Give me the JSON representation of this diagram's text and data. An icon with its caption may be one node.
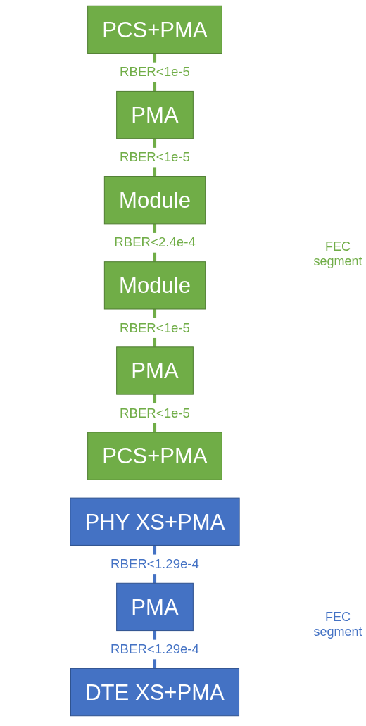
{
  "diagram": {
    "nodes": [
      {
        "text": [
          "PCS+PMA"
        ]
      },
      {
        "text": [
          "PMA"
        ]
      },
      {
        "text": [
          "Module"
        ]
      },
      {
        "text": [
          "Module"
        ]
      },
      {
        "text": [
          "PMA"
        ]
      },
      {
        "text": [
          "PCS+PMA"
        ]
      },
      {
        "text": [
          "PHY XS+PMA"
        ]
      },
      {
        "text": [
          "PMA"
        ]
      },
      {
        "text": [
          "DTE XS+PMA"
        ]
      }
    ],
    "edges": [
      {
        "from": 0,
        "to": 1,
        "arrow": "none",
        "label": "RBER<1e-5"
      },
      {
        "from": 1,
        "to": 2,
        "arrow": "none",
        "label": "RBER<1e-5"
      },
      {
        "from": 2,
        "to": 3,
        "arrow": "none",
        "label": "RBER<2.4e-4"
      },
      {
        "from": 3,
        "to": 4,
        "arrow": "none",
        "label": "RBER<1e-5"
      },
      {
        "from": 4,
        "to": 5,
        "arrow": "none",
        "label": "RBER<1e-5"
      },
      {
        "from": 6,
        "to": 7,
        "arrow": "none",
        "label": "RBER<1.29e-4",
        "color": "#4472c4"
      },
      {
        "from": 7,
        "to": 8,
        "arrow": "none",
        "label": "RBER<1.29e-4",
        "color": "#4472c4"
      }
    ],
    "labels": [
      "FEC segment",
      "FEC segment"
    ]
  }
}
